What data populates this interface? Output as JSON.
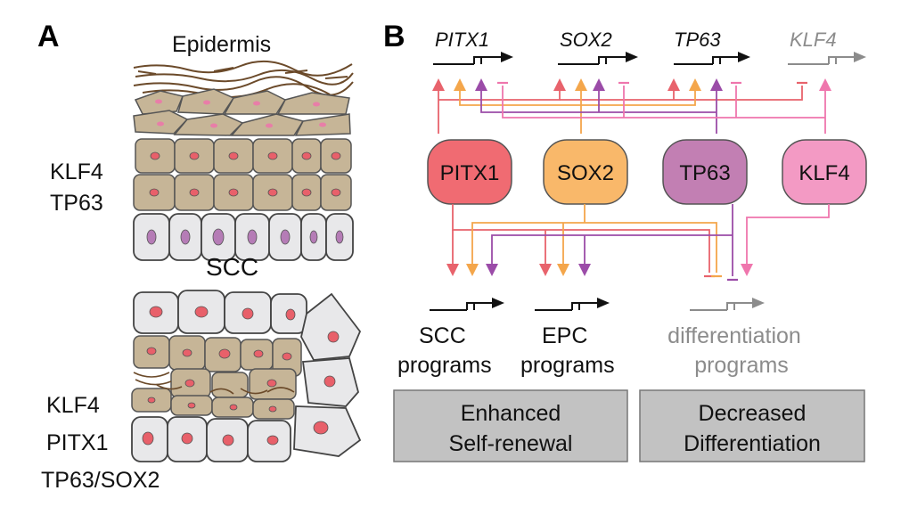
{
  "panel_a": {
    "label": "A",
    "epidermis_title": "Epidermis",
    "epidermis_markers": [
      "KLF4",
      "TP63"
    ],
    "scc_title": "SCC",
    "scc_markers": [
      "KLF4",
      "PITX1",
      "TP63/SOX2"
    ]
  },
  "panel_b": {
    "label": "B",
    "genes": [
      {
        "name": "PITX1",
        "color": "#111111"
      },
      {
        "name": "SOX2",
        "color": "#111111"
      },
      {
        "name": "TP63",
        "color": "#111111"
      },
      {
        "name": "KLF4",
        "color": "#8c8c8c"
      }
    ],
    "factors": [
      {
        "name": "PITX1",
        "color": "#f06b72"
      },
      {
        "name": "SOX2",
        "color": "#f9b86a"
      },
      {
        "name": "TP63",
        "color": "#c27fb3"
      },
      {
        "name": "KLF4",
        "color": "#f39ac4"
      }
    ],
    "programs": [
      {
        "line1": "SCC",
        "line2": "programs",
        "color": "#111111"
      },
      {
        "line1": "EPC",
        "line2": "programs",
        "color": "#111111"
      },
      {
        "line1": "differentiation",
        "line2": "programs",
        "color": "#8c8c8c"
      }
    ],
    "outcomes": [
      {
        "line1": "Enhanced",
        "line2": "Self-renewal"
      },
      {
        "line1": "Decreased",
        "line2": "Differentiation"
      }
    ],
    "colors": {
      "pitx1": "#e8636c",
      "sox2": "#f4a64b",
      "tp63": "#9b4ca8",
      "klf4": "#ef76ad",
      "cell_tan": "#c6b597",
      "cell_grey": "#e8e8ea",
      "nucleus_red": "#e8606a",
      "nucleus_purple": "#b57cb6",
      "outcome_box": "#c2c2c2"
    }
  }
}
